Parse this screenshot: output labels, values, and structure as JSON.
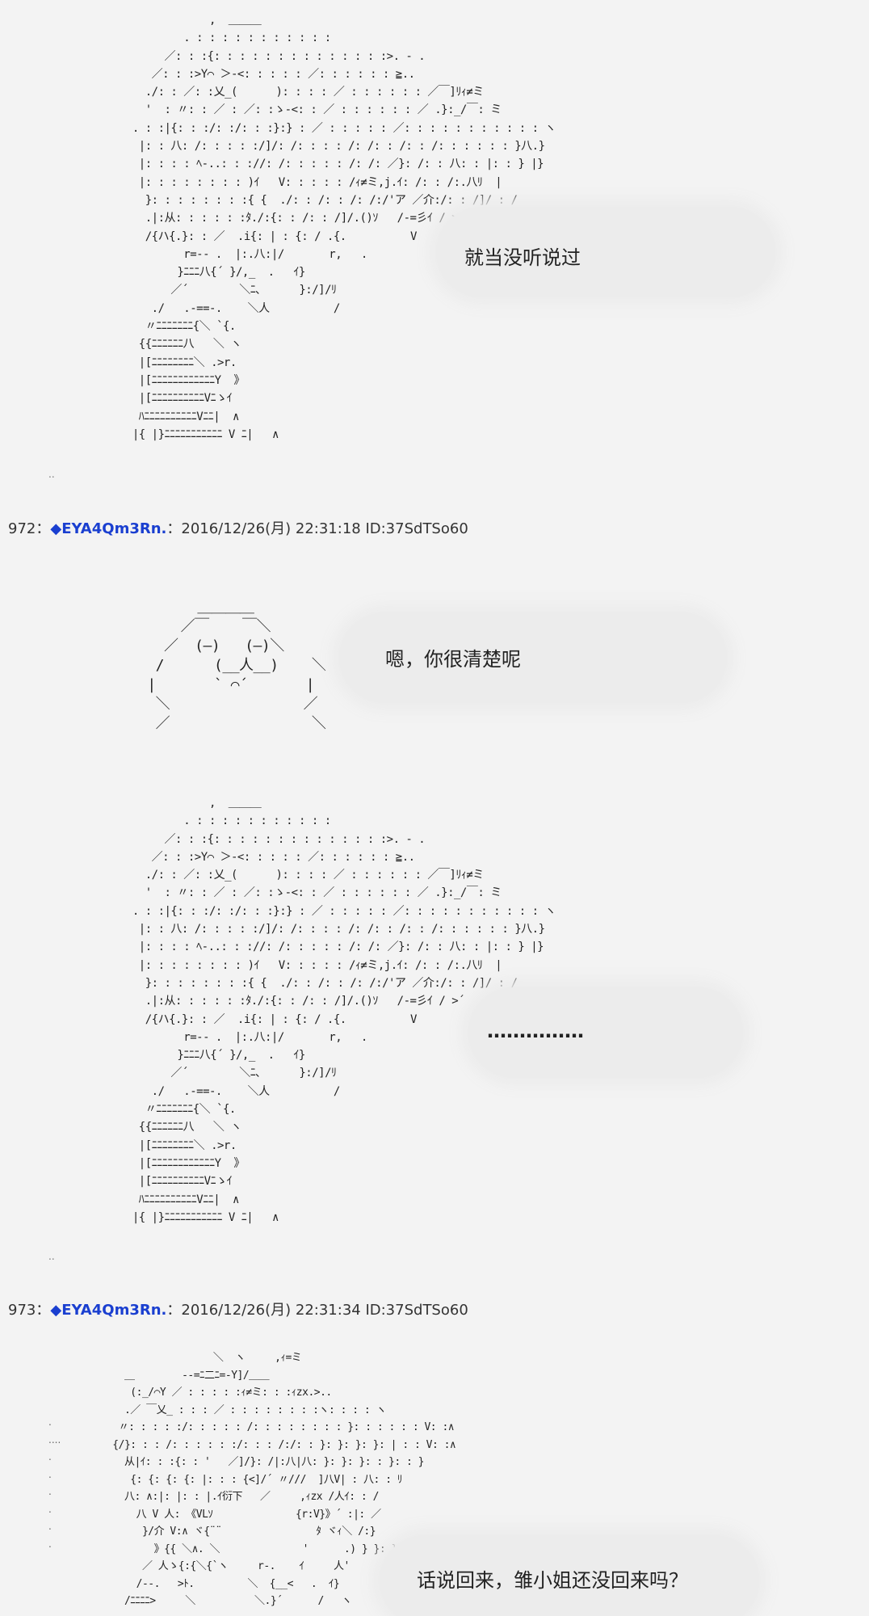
{
  "posts": [
    {
      "number": "972",
      "separator": "：",
      "trip_mark": "◆",
      "name": "EYA4Qm3Rn",
      "name_dot": ".",
      "datetime": "：2016/12/26(月) 22:31:18 ID:37SdTSo60"
    },
    {
      "number": "973",
      "separator": "：",
      "trip_mark": "◆",
      "name": "EYA4Qm3Rn",
      "name_dot": ".",
      "datetime": "：2016/12/26(月) 22:31:34 ID:37SdTSo60"
    }
  ],
  "dialogue": {
    "line1": "就当没听说过",
    "line2": "嗯，你很清楚呢",
    "line3": "……………",
    "line4": "话说回来，雏小姐还没回来吗？"
  },
  "markers": {
    "m1": "..",
    "m2": ".."
  },
  "art": {
    "girl_a": "              ,  ＿＿＿\n          . : : : : : : : : : : :\n       ／: : :{: : : : : : : : : : : : : :>. ‐ .\n     ／: : :>Y⌒ ＞‐<: : : : : ／: : : : : : ≧..\n    ./: : ／: :乂_(      ): : : : ／ : : : : : : ／￣]ﾘｨ≠ミ\n    '  : 〃: : ／ : ／: :ゝ‐<: : ／ : : : : : : ／ .}:_/￣: ミ\n  . : :|{: : :/: :/: : :}:} : ／ : : : : : ／: : : : : : : : : : : ヽ\n   |: : 八: /: : : : :/]/: /: : : : /: /: : /: : /: : : : : : }八.}\n   |: : : : ﾍ‐..: : ://: /: : : : : /: /: ／}: /: : 八: : |: : } |}\n   |: : : : : : : : )ｲ   V: : : : : /ｨ≠ミ,j.ｲ: /: : /:.八ﾘ  |\n    }: : : : : : : :{ {  ./: : /: : /: /:/'ア ／介:/: : /]/ : /\n    .|:从: : : : : :ﾀ./:{: : /: : /]/.()ｿ   /‐=彡ｲ / >´\n    /{ハ{.}: : ／  .i{: | : {: / .{.          V\n          r=‐‐ .  |:.八:|/       r,   .\n         }ﾆﾆﾆ八{´ }/,_  .   ｲ}\n        ／´        ＼ﾆ､      }:/]/ﾘ\n     ./   .‐==‐.    ＼人          /\n    〃ﾆﾆﾆﾆﾆﾆﾆ{＼ `{.\n   {{ﾆﾆﾆﾆﾆﾆ八   ＼ ヽ\n   |[ﾆﾆﾆﾆﾆﾆﾆﾆ＼ .>r.\n   |[ﾆﾆﾆﾆﾆﾆﾆﾆﾆﾆﾆﾆY  》\n   |[ﾆﾆﾆﾆﾆﾆﾆﾆﾆﾆVﾆゝｲ\n   ﾊﾆﾆﾆﾆﾆﾆﾆﾆﾆﾆVﾆﾆ|  ∧\n  |{ |}ﾆﾆﾆﾆﾆﾆﾆﾆﾆﾆﾆ V ﾆ|   ∧",
    "face": "       ＿＿＿＿\n     ／￣    ￣＼\n   ／  (―)   (―)＼\n  /      (__人__)    ＼\n |       ` ⌒´       |\n  ＼                ／\n  ／                 ＼",
    "girl_b": "                     ＼  ヽ     ,ｨ=ミ\n      ＿        ‐‐=ﾆ二ﾆ=‐Y]/＿＿\n       (:_/⌒Y ／ : : : : :ｨ≠ミ: : :ｨzx.>..\n      .／ ￣乂_ : : : ／ : : : : : : : :ヽ: : : : ヽ\n     〃: : : : :/: : : : : /: : : : : : : : }: : : : : : V: :∧\n    {/}: : : /: : : : : :/: : : /:/: : }: }: }: }: | : : V: :∧\n      从|ｲ: : :{: : '   ／]/}: /|:八|八: }: }: }: : }: : }\n       {: {: {: {: |: : : {<]/´ 〃///  ]八V| : 八: : ﾘ\n      八: ∧:|: |: : |.ｲ衍下   ／     ,ｨzx /人ｲ: : /\n        八 V 人: 《VLｿ              {r:V}》´ :|: ／\n         }/介 V:∧ ヾ{¨¨                ﾀ ヾｨ＼ /:}\n           》{{ ＼∧. ＼              '      .) } }: }: :\n         ／ 人ゝ{:{＼{`ヽ     r-.    ｲ     人'\n        /‐‐.   >ﾄ.         ＼  {__<   .  ｲ}\n      /ﾆﾆﾆﾆ>     ＼          ＼.}´      /   ヽ"
  }
}
